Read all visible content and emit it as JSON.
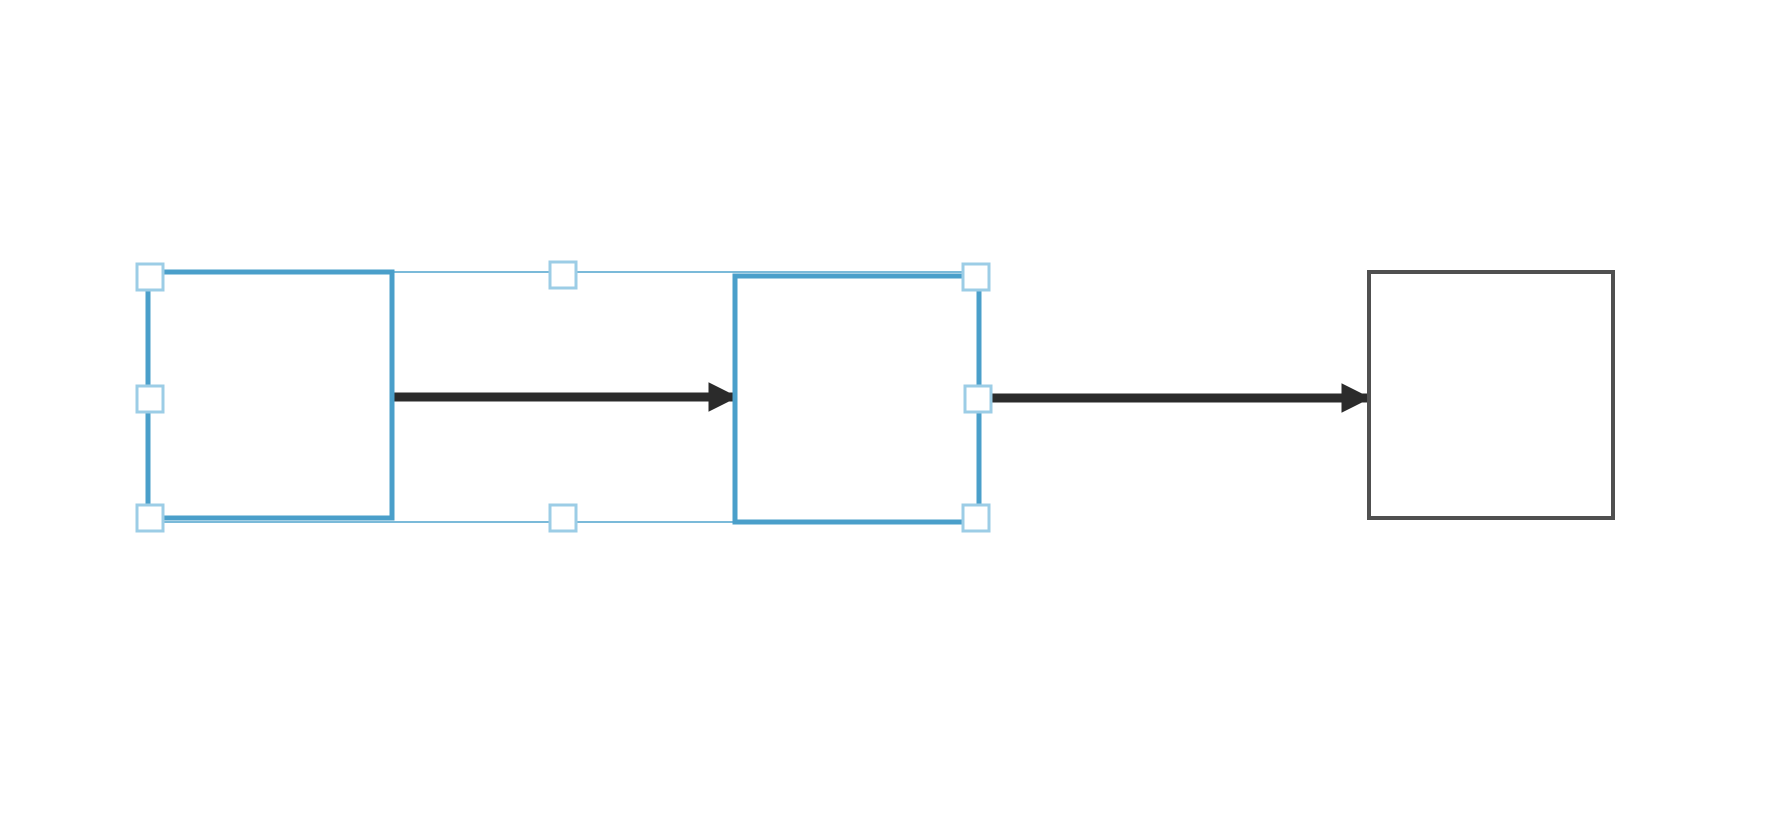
{
  "diagram": {
    "shapes": [
      {
        "id": "box-1",
        "selected": true
      },
      {
        "id": "box-2",
        "selected": true
      },
      {
        "id": "box-3",
        "selected": false
      }
    ],
    "connectors": [
      {
        "from": "box-1",
        "to": "box-2",
        "selected": true
      },
      {
        "from": "box-2",
        "to": "box-3",
        "selected": false
      }
    ],
    "selection": {
      "members": [
        "box-1",
        "box-2"
      ],
      "handle_count": 8
    },
    "colors": {
      "selected_stroke": "#4a9fca",
      "selection_frame": "#7bbad9",
      "handle_stroke": "#9ccde6",
      "handle_fill": "#ffffff",
      "shape_stroke": "#505050",
      "connector": "#2b2b2b",
      "background": "#ffffff"
    }
  }
}
